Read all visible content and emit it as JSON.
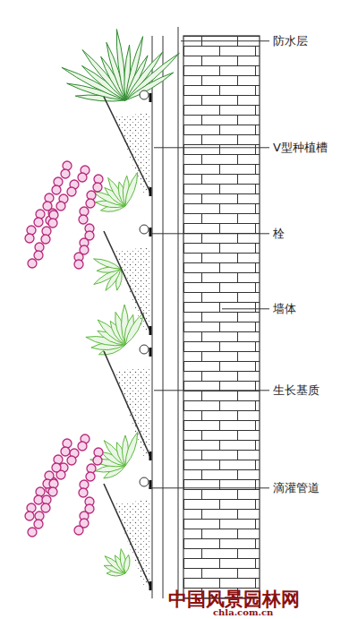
{
  "diagram": {
    "labels": [
      "防水层",
      "V型种植槽",
      "栓",
      "墙体",
      "生长基质",
      "滴灌管道",
      "中国风景园林网",
      "chla.com.cn"
    ]
  }
}
